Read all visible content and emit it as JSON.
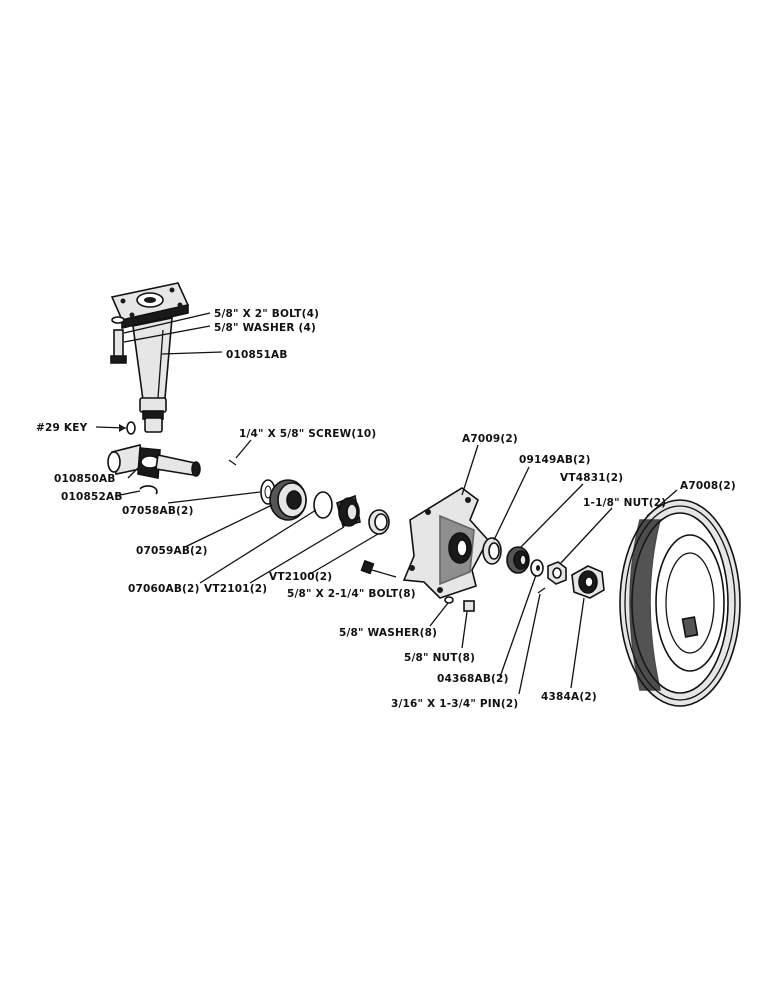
{
  "labels": {
    "bolt_5_8x2": "5/8\" X 2\" BOLT(4)",
    "washer_5_8_4": "5/8\" WASHER (4)",
    "spindle": "010851AB",
    "key": "#29 KEY",
    "screw": "1/4\" X 5/8\" SCREW(10)",
    "hub": "A7009(2)",
    "cup_09149": "09149AB(2)",
    "bearing_vt4831": "VT4831(2)",
    "nut_1_1_8": "1-1/8\" NUT(2)",
    "wheel": "A7008(2)",
    "spindle_arm": "010850AB",
    "snap_ring": "010852AB",
    "ring_07058": "07058AB(2)",
    "cap_07059": "07059AB(2)",
    "seal_07060": "07060AB(2)",
    "bearing_vt2101": "VT2101(2)",
    "cup_vt2100": "VT2100(2)",
    "bolt_5_8x2_1_4": "5/8\" X 2-1/4\" BOLT(8)",
    "washer_5_8_8": "5/8\" WASHER(8)",
    "nut_5_8_8": "5/8\" NUT(8)",
    "washer_04368": "04368AB(2)",
    "pin": "3/16\" X 1-3/4\" PIN(2)",
    "hub_cap_4384": "4384A(2)"
  },
  "colors": {
    "ink": "#111111",
    "paper": "#ffffff"
  }
}
